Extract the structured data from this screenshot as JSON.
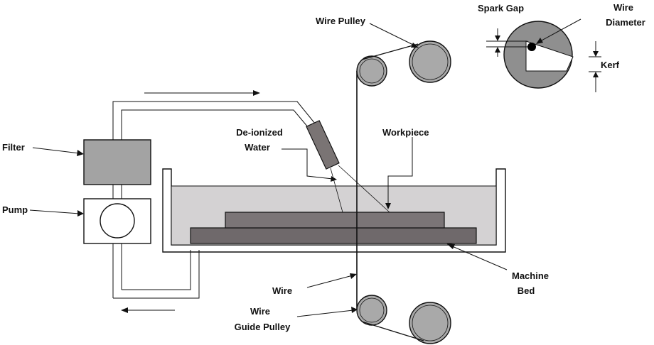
{
  "labels": {
    "filter": "Filter",
    "pump": "Pump",
    "deionized_water_line1": "De-ionized",
    "deionized_water_line2": "Water",
    "workpiece": "Workpiece",
    "wire_pulley": "Wire Pulley",
    "machine_bed_line1": "Machine",
    "machine_bed_line2": "Bed",
    "wire": "Wire",
    "wire_guide_pulley_line1": "Wire",
    "wire_guide_pulley_line2": "Guide Pulley",
    "spark_gap": "Spark Gap",
    "wire_diameter_line1": "Wire",
    "wire_diameter_line2": "Diameter",
    "kerf": "Kerf"
  },
  "colors": {
    "outline": "#111111",
    "tank_fluid": "#d4d2d3",
    "workpiece": "#7b7577",
    "machine_bed": "#6f696b",
    "filter": "#a3a3a3",
    "pulley": "#a9a9a9",
    "nozzle": "#7a7474",
    "detail_disc": "#8f8f8f"
  }
}
